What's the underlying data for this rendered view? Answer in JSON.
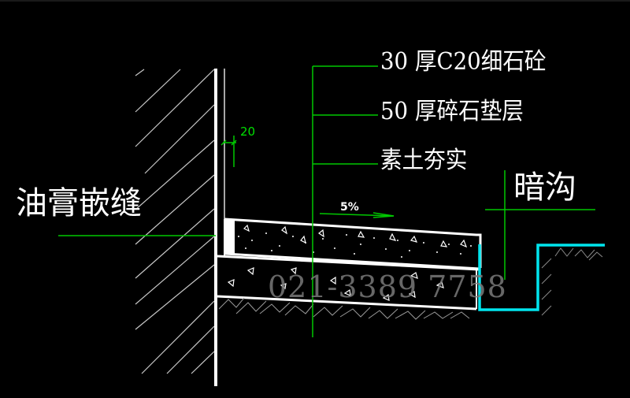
{
  "drawing": {
    "background_color": "#000000",
    "line_colors": {
      "structure": "#ffffff",
      "hatch": "#c8c8c8",
      "leader": "#00c800",
      "drain_edge": "#00e5ee",
      "watermark": "#7a7a7a"
    },
    "callouts": [
      {
        "label": "30 厚C20细石砼"
      },
      {
        "label": "50 厚碎石垫层"
      },
      {
        "label": "素土夯实"
      }
    ],
    "left_label": "油膏嵌缝",
    "drain_label": "暗沟",
    "dimension": {
      "value": "20"
    },
    "slope": {
      "value": "5%"
    },
    "watermark": "021-3389 7758"
  }
}
